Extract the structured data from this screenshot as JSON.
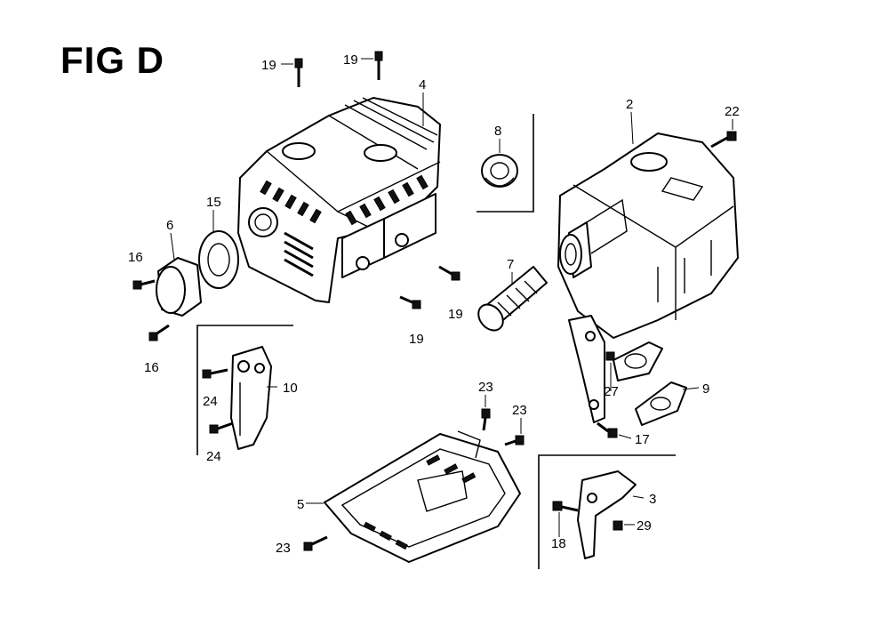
{
  "figure": {
    "title": "FIG D"
  },
  "callouts": [
    {
      "id": "c19a",
      "text": "19"
    },
    {
      "id": "c19b",
      "text": "19"
    },
    {
      "id": "c4",
      "text": "4"
    },
    {
      "id": "c8",
      "text": "8"
    },
    {
      "id": "c2",
      "text": "2"
    },
    {
      "id": "c22",
      "text": "22"
    },
    {
      "id": "c15",
      "text": "15"
    },
    {
      "id": "c6",
      "text": "6"
    },
    {
      "id": "c16a",
      "text": "16"
    },
    {
      "id": "c16b",
      "text": "16"
    },
    {
      "id": "c7",
      "text": "7"
    },
    {
      "id": "c19c",
      "text": "19"
    },
    {
      "id": "c19d",
      "text": "19"
    },
    {
      "id": "c10",
      "text": "10"
    },
    {
      "id": "c24a",
      "text": "24"
    },
    {
      "id": "c24b",
      "text": "24"
    },
    {
      "id": "c27",
      "text": "27"
    },
    {
      "id": "c9",
      "text": "9"
    },
    {
      "id": "c17",
      "text": "17"
    },
    {
      "id": "c23a",
      "text": "23"
    },
    {
      "id": "c23b",
      "text": "23"
    },
    {
      "id": "c5",
      "text": "5"
    },
    {
      "id": "c23c",
      "text": "23"
    },
    {
      "id": "c3",
      "text": "3"
    },
    {
      "id": "c18",
      "text": "18"
    },
    {
      "id": "c29",
      "text": "29"
    }
  ]
}
